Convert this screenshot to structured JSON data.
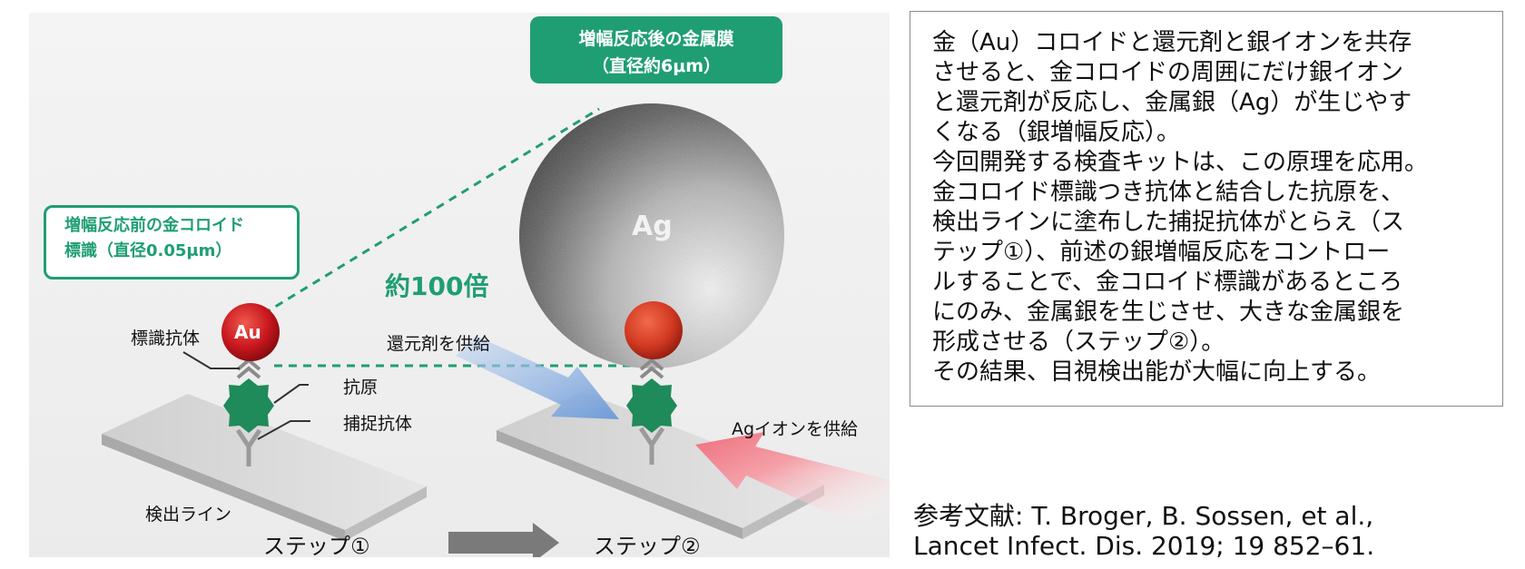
{
  "diagram": {
    "callout_before": {
      "line1": "増幅反応前の金コロイド",
      "line2": "標識（直径0.05μm）"
    },
    "callout_after": {
      "line1": "増幅反応後の金属膜",
      "line2": "（直径約6μm）"
    },
    "magnification": "約100倍",
    "labels": {
      "labeled_antibody": "標識抗体",
      "antigen": "抗原",
      "capture_antibody": "捕捉抗体",
      "detection_line": "検出ライン",
      "reducing_agent": "還元剤を供給",
      "ag_ion": "Agイオンを供給"
    },
    "particles": {
      "au": "Au",
      "ag": "Ag"
    },
    "steps": {
      "step1": "ステップ①",
      "step2": "ステップ②"
    },
    "colors": {
      "accent_green": "#1f9e73",
      "gold_red": "#c8161d",
      "antigen_green": "#1f8a5a",
      "blue_arrow": "#8fb4e3",
      "red_arrow": "#ef7a86"
    }
  },
  "description": [
    "金（Au）コロイドと還元剤と銀イオンを共存",
    "させると、金コロイドの周囲にだけ銀イオン",
    "と還元剤が反応し、金属銀（Ag）が生じやす",
    "くなる（銀増幅反応）。",
    "今回開発する検査キットは、この原理を応用。",
    "金コロイド標識つき抗体と結合した抗原を、",
    "検出ラインに塗布した捕捉抗体がとらえ（ス",
    "テップ①）、前述の銀増幅反応をコントロー",
    "ルすることで、金コロイド標識があるところ",
    "にのみ、金属銀を生じさせ、大きな金属銀を",
    "形成させる（ステップ②）。",
    "その結果、目視検出能が大幅に向上する。"
  ],
  "reference": {
    "line1": "参考文献: T. Broger, B. Sossen, et al.,",
    "line2": "Lancet Infect. Dis. 2019; 19 852–61."
  }
}
